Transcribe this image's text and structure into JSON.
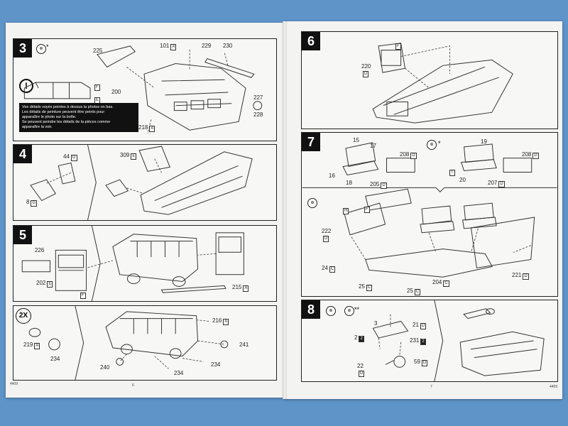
{
  "left_page": {
    "footer_code": "4409",
    "page_number": "6",
    "steps": [
      {
        "number": "3",
        "paint": [
          "⊛"
        ],
        "star": "*",
        "labels": [
          {
            "text": "225"
          },
          {
            "text": "101",
            "box": "A"
          },
          {
            "text": "229"
          },
          {
            "text": "230"
          },
          {
            "text": "F",
            "box_only": true
          },
          {
            "text": "E",
            "box_only": true
          },
          {
            "text": "200"
          },
          {
            "text": "227"
          },
          {
            "text": "228"
          },
          {
            "text": "218",
            "box": "A"
          }
        ],
        "note_lines": [
          "Vos détails voyés peintes à dessus la photos on bas.",
          "Les détails de peinture peuvent être peints pour",
          "apparaître le photo sur la boîte.",
          "Se peuvent peindre les détails de la pièces comme",
          "apparaître la voir."
        ]
      },
      {
        "number": "4",
        "labels": [
          {
            "text": "44",
            "box": "G"
          },
          {
            "text": "8",
            "box": "G"
          },
          {
            "text": "309",
            "box": "E"
          }
        ]
      },
      {
        "number": "5",
        "labels": [
          {
            "text": "226"
          },
          {
            "text": "202",
            "box": "E"
          },
          {
            "text": "F",
            "box_only": true
          },
          {
            "text": "215",
            "box": "A"
          }
        ]
      },
      {
        "number": "2X",
        "labels": [
          {
            "text": "219",
            "box": "A"
          },
          {
            "text": "234"
          },
          {
            "text": "216",
            "box": "A"
          },
          {
            "text": "241"
          },
          {
            "text": "240"
          },
          {
            "text": "234"
          },
          {
            "text": "234"
          }
        ]
      }
    ]
  },
  "right_page": {
    "footer_code": "4409",
    "page_number": "7",
    "steps": [
      {
        "number": "6",
        "labels": [
          {
            "text": "F",
            "box_only": true
          },
          {
            "text": "220",
            "box": "D"
          }
        ]
      },
      {
        "number": "7",
        "star": "*",
        "labels": [
          {
            "text": "15"
          },
          {
            "text": "17"
          },
          {
            "text": "208",
            "box": "D"
          },
          {
            "text": "16"
          },
          {
            "text": "18"
          },
          {
            "text": "205",
            "box": "D"
          },
          {
            "text": "19"
          },
          {
            "text": "208",
            "box": "D"
          },
          {
            "text": "T",
            "box_only": true
          },
          {
            "text": "20"
          },
          {
            "text": "207",
            "box": "D"
          },
          {
            "text": "H",
            "box_only": true
          },
          {
            "text": "F",
            "box_only": true
          },
          {
            "text": "222",
            "box": "D"
          },
          {
            "text": "24",
            "box": "C"
          },
          {
            "text": "25",
            "box": "C"
          },
          {
            "text": "25",
            "box": "C"
          },
          {
            "text": "204",
            "box": "C"
          },
          {
            "text": "221",
            "box": "D"
          }
        ]
      },
      {
        "number": "8",
        "star": "**",
        "labels": [
          {
            "text": "3"
          },
          {
            "text": "2",
            "box": "filled"
          },
          {
            "text": "21",
            "box": "D"
          },
          {
            "text": "231",
            "box": "filled"
          },
          {
            "text": "22",
            "box": "D"
          },
          {
            "text": "59",
            "box": "D"
          }
        ]
      }
    ]
  },
  "colors": {
    "background": "#5f94c9",
    "paper": "#f3f3f1",
    "ink": "#222222"
  }
}
